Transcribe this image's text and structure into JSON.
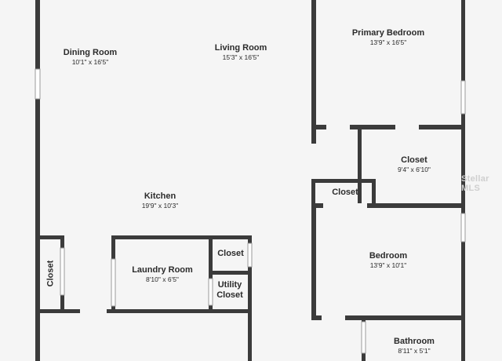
{
  "rooms": {
    "dining": {
      "name": "Dining Room",
      "dims": "10'1\" x 16'5\""
    },
    "living": {
      "name": "Living Room",
      "dims": "15'3\" x 16'5\""
    },
    "primary_bedroom": {
      "name": "Primary Bedroom",
      "dims": "13'9\" x 16'5\""
    },
    "closet_large": {
      "name": "Closet",
      "dims": "9'4\" x 6'10\""
    },
    "closet_small": {
      "name": "Closet"
    },
    "kitchen": {
      "name": "Kitchen",
      "dims": "19'9\" x 10'3\""
    },
    "bedroom": {
      "name": "Bedroom",
      "dims": "13'9\" x 10'1\""
    },
    "closet_left": {
      "name": "Closet"
    },
    "laundry": {
      "name": "Laundry Room",
      "dims": "8'10\" x 6'5\""
    },
    "closet_laundry": {
      "name": "Closet"
    },
    "utility_closet": {
      "line1": "Utility",
      "line2": "Closet"
    },
    "bathroom": {
      "name": "Bathroom",
      "dims": "8'11\" x 5'1\""
    }
  },
  "watermark": "Stellar MLS"
}
